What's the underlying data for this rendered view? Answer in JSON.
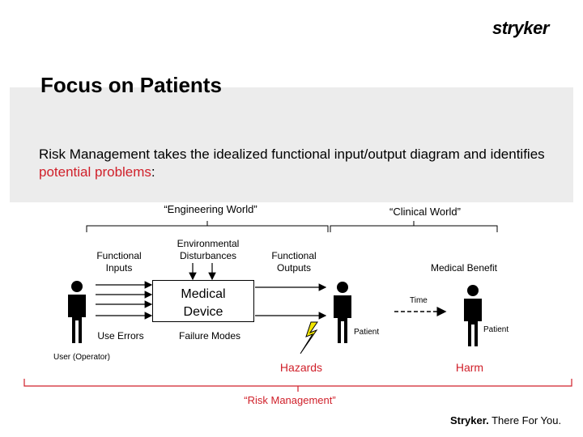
{
  "brand": {
    "logo_top": "stryker",
    "logo_bottom_bold": "Stryker.",
    "logo_bottom_tag": "There For You."
  },
  "title": "Focus on Patients",
  "intro": {
    "before": "Risk Management takes the idealized functional input/output diagram and identifies ",
    "highlight": "potential problems",
    "after": ":"
  },
  "worlds": {
    "engineering": "“Engineering World”",
    "clinical": "“Clinical World”",
    "risk": "“Risk Management”"
  },
  "labels": {
    "functional_inputs_1": "Functional",
    "functional_inputs_2": "Inputs",
    "env_1": "Environmental",
    "env_2": "Disturbances",
    "functional_outputs_1": "Functional",
    "functional_outputs_2": "Outputs",
    "medical_benefit": "Medical Benefit",
    "device_1": "Medical",
    "device_2": "Device",
    "time": "Time",
    "use_errors": "Use Errors",
    "failure_modes": "Failure Modes",
    "patient_1": "Patient",
    "patient_2": "Patient",
    "user": "User (Operator)",
    "hazards": "Hazards",
    "harm": "Harm"
  },
  "colors": {
    "accent": "#d0202a",
    "band": "#ececec",
    "lightning": "#f2e600"
  },
  "icons": [
    "person-icon",
    "person-icon",
    "person-icon",
    "lightning-icon"
  ]
}
